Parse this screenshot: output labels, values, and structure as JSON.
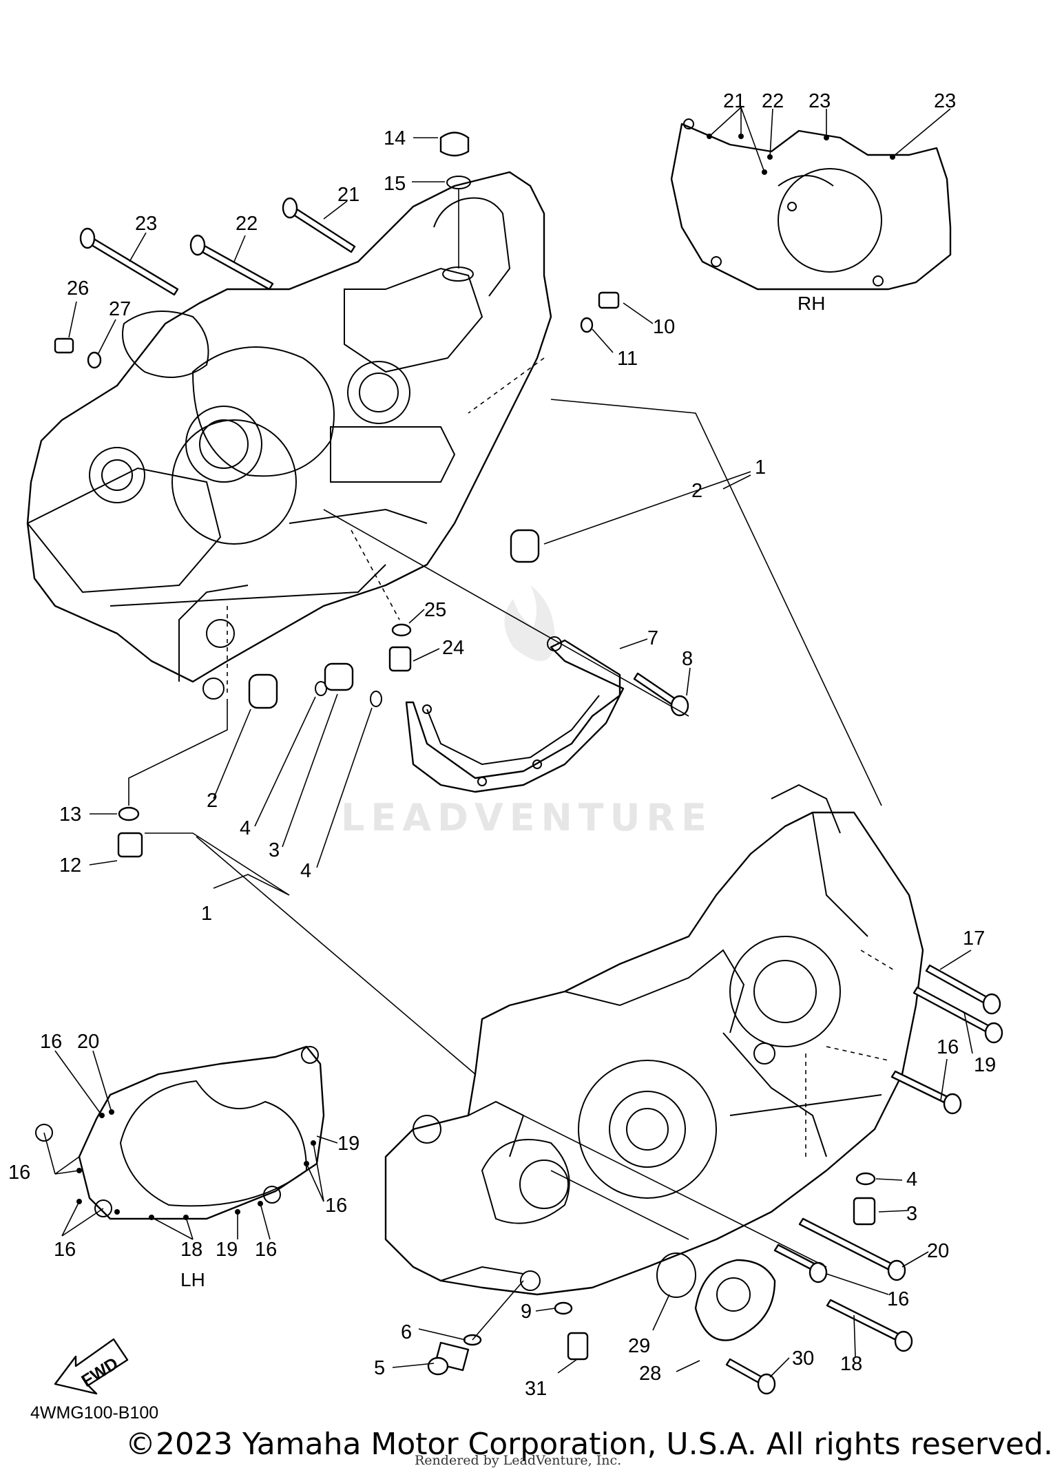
{
  "watermark": "LEADVENTURE",
  "diagram_code": "4WMG100-B100",
  "fwd_label": "FWD",
  "inset_rh": {
    "label": "RH",
    "callouts": [
      "21",
      "22",
      "23",
      "23"
    ]
  },
  "inset_lh": {
    "label": "LH",
    "callouts": [
      "16",
      "20",
      "16",
      "19",
      "16",
      "16",
      "18",
      "19",
      "16"
    ]
  },
  "callouts": [
    "14",
    "15",
    "21",
    "23",
    "22",
    "26",
    "27",
    "10",
    "11",
    "1",
    "2",
    "25",
    "24",
    "7",
    "8",
    "13",
    "2",
    "12",
    "4",
    "3",
    "4",
    "1",
    "17",
    "16",
    "19",
    "4",
    "3",
    "20",
    "16",
    "18",
    "6",
    "5",
    "9",
    "31",
    "29",
    "28",
    "30"
  ],
  "copyright": "©2023 Yamaha Motor Corporation, U.S.A. All rights reserved.",
  "rendered_by": "Rendered by LeadVenture, Inc."
}
